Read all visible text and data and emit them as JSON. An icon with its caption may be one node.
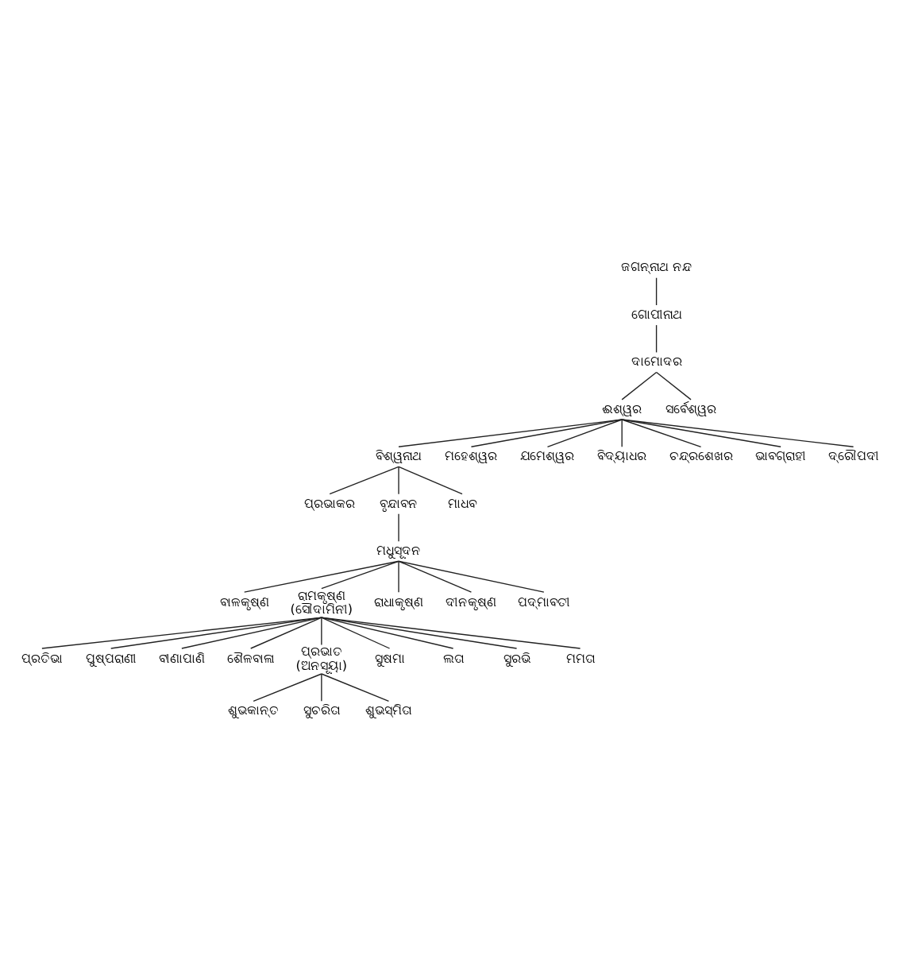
{
  "diagram": {
    "nodes": [
      {
        "text": [
          "ଜଗନ୍ନାଥ ନନ୍ଦ"
        ]
      },
      {
        "text": [
          "ଗୋପୀନାଥ"
        ]
      },
      {
        "text": [
          "ଦାମୋଦର"
        ]
      },
      {
        "text": [
          "ଈଶ୍ୱର"
        ]
      },
      {
        "text": [
          "ସର୍ବେଶ୍ୱର"
        ]
      },
      {
        "text": [
          "ବିଶ୍ୱନାଥ"
        ]
      },
      {
        "text": [
          "ମହେଶ୍ୱର"
        ]
      },
      {
        "text": [
          "ଯମେଶ୍ୱର"
        ]
      },
      {
        "text": [
          "ବିଦ୍ୟାଧର"
        ]
      },
      {
        "text": [
          "ଚନ୍ଦ୍ରଶେଖର"
        ]
      },
      {
        "text": [
          "ଭାବଗ୍ରାହୀ"
        ]
      },
      {
        "text": [
          "ଦ୍ରୌପଦୀ"
        ]
      },
      {
        "text": [
          "ପ୍ରଭାକର"
        ]
      },
      {
        "text": [
          "ବୃନ୍ଦାବନ"
        ]
      },
      {
        "text": [
          "ମାଧବ"
        ]
      },
      {
        "text": [
          "ମଧୁସୂଦନ"
        ]
      },
      {
        "text": [
          "ବାଳକୃଷ୍ଣ"
        ]
      },
      {
        "text": [
          "ରାମକୃଷ୍ଣ",
          "(ସୌଦାମିନୀ)"
        ]
      },
      {
        "text": [
          "ରାଧାକୃଷ୍ଣ"
        ]
      },
      {
        "text": [
          "ଦୀନକୃଷ୍ଣ"
        ]
      },
      {
        "text": [
          "ପଦ୍ମାବତୀ"
        ]
      },
      {
        "text": [
          "ପ୍ରତିଭା"
        ]
      },
      {
        "text": [
          "ପୁଷ୍ପରାଣୀ"
        ]
      },
      {
        "text": [
          "ବୀଣାପାଣି"
        ]
      },
      {
        "text": [
          "ଶୈଳବାଳା"
        ]
      },
      {
        "text": [
          "ପ୍ରଭାତ",
          "(ଅନସୂୟା)"
        ]
      },
      {
        "text": [
          "ସୁଷମା"
        ]
      },
      {
        "text": [
          "ଲତା"
        ]
      },
      {
        "text": [
          "ସୁରଭି"
        ]
      },
      {
        "text": [
          "ମମତା"
        ]
      },
      {
        "text": [
          "ଶୁଭକାନ୍ତ"
        ]
      },
      {
        "text": [
          "ସୁଚରିତା"
        ]
      },
      {
        "text": [
          "ଶୁଭସ୍ମିତା"
        ]
      }
    ],
    "edges": [
      {
        "from": 0,
        "to": 1,
        "arrow": "none"
      },
      {
        "from": 1,
        "to": 2,
        "arrow": "none"
      },
      {
        "from": 2,
        "to": 3,
        "arrow": "none"
      },
      {
        "from": 2,
        "to": 4,
        "arrow": "none"
      },
      {
        "from": 3,
        "to": 5,
        "arrow": "none"
      },
      {
        "from": 3,
        "to": 6,
        "arrow": "none"
      },
      {
        "from": 3,
        "to": 7,
        "arrow": "none"
      },
      {
        "from": 3,
        "to": 8,
        "arrow": "none"
      },
      {
        "from": 3,
        "to": 9,
        "arrow": "none"
      },
      {
        "from": 3,
        "to": 10,
        "arrow": "none"
      },
      {
        "from": 3,
        "to": 11,
        "arrow": "none"
      },
      {
        "from": 5,
        "to": 12,
        "arrow": "none"
      },
      {
        "from": 5,
        "to": 13,
        "arrow": "none"
      },
      {
        "from": 5,
        "to": 14,
        "arrow": "none"
      },
      {
        "from": 13,
        "to": 15,
        "arrow": "none"
      },
      {
        "from": 15,
        "to": 16,
        "arrow": "none"
      },
      {
        "from": 15,
        "to": 17,
        "arrow": "none"
      },
      {
        "from": 15,
        "to": 18,
        "arrow": "none"
      },
      {
        "from": 15,
        "to": 19,
        "arrow": "none"
      },
      {
        "from": 15,
        "to": 20,
        "arrow": "none"
      },
      {
        "from": 17,
        "to": 21,
        "arrow": "none"
      },
      {
        "from": 17,
        "to": 22,
        "arrow": "none"
      },
      {
        "from": 17,
        "to": 23,
        "arrow": "none"
      },
      {
        "from": 17,
        "to": 24,
        "arrow": "none"
      },
      {
        "from": 17,
        "to": 25,
        "arrow": "none"
      },
      {
        "from": 17,
        "to": 26,
        "arrow": "none"
      },
      {
        "from": 17,
        "to": 27,
        "arrow": "none"
      },
      {
        "from": 17,
        "to": 28,
        "arrow": "none"
      },
      {
        "from": 17,
        "to": 29,
        "arrow": "none"
      },
      {
        "from": 25,
        "to": 30,
        "arrow": "none"
      },
      {
        "from": 25,
        "to": 31,
        "arrow": "none"
      },
      {
        "from": 25,
        "to": 32,
        "arrow": "none"
      }
    ]
  }
}
